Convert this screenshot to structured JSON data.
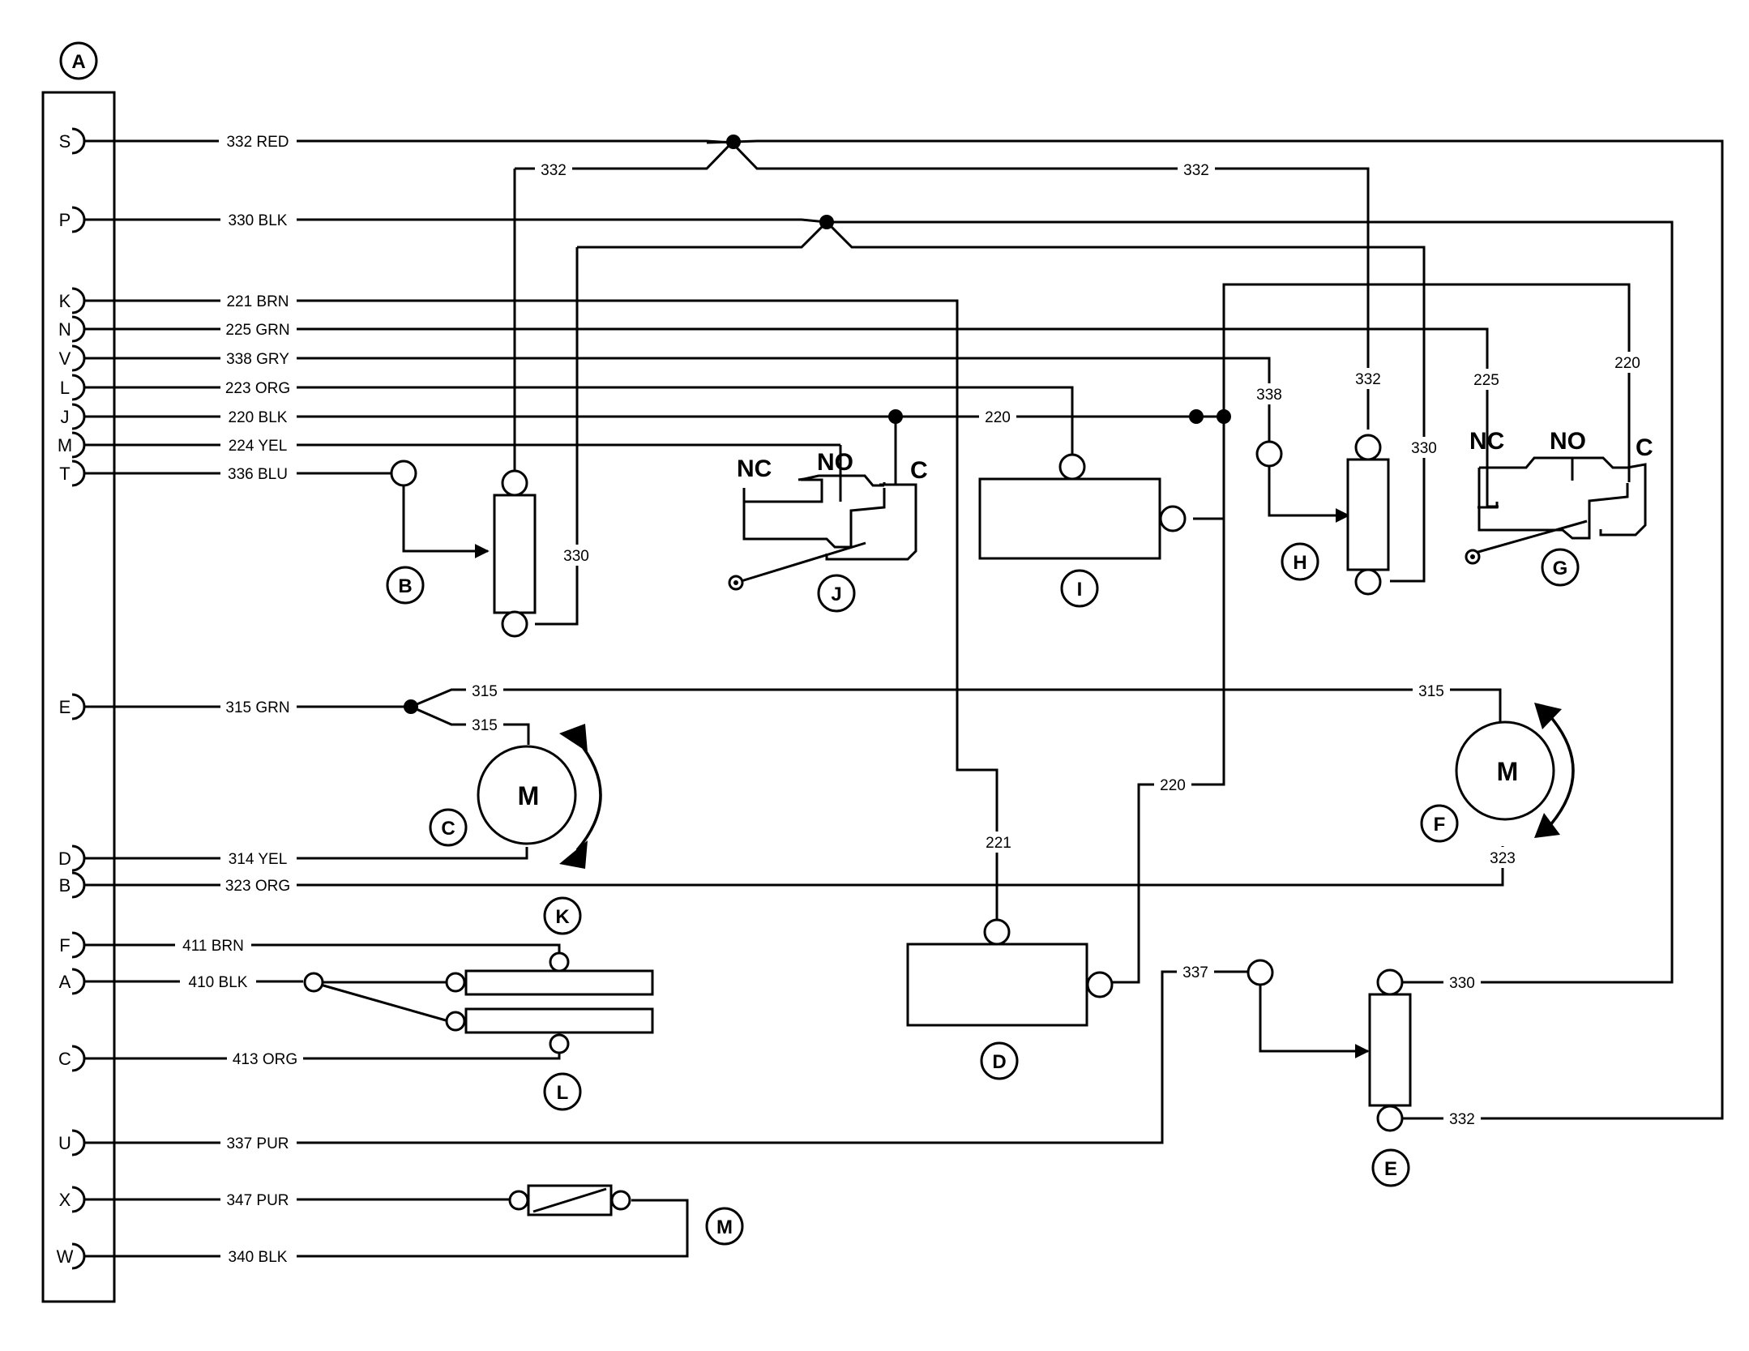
{
  "connector_id": "A",
  "pins": {
    "S": "S",
    "P": "P",
    "K": "K",
    "N": "N",
    "V": "V",
    "L": "L",
    "J": "J",
    "M": "M",
    "T": "T",
    "E": "E",
    "D": "D",
    "B": "B",
    "F": "F",
    "A": "A",
    "C": "C",
    "U": "U",
    "X": "X",
    "W": "W"
  },
  "wires": {
    "S": "332 RED",
    "P": "330 BLK",
    "K": "221 BRN",
    "N": "225 GRN",
    "V": "338 GRY",
    "L": "223 ORG",
    "J": "220 BLK",
    "M": "224 YEL",
    "T": "336 BLU",
    "E": "315 GRN",
    "D": "314 YEL",
    "B": "323 ORG",
    "F": "411 BRN",
    "A": "410 BLK",
    "C": "413 ORG",
    "U": "337 PUR",
    "X": "347 PUR",
    "W": "340 BLK"
  },
  "wire_numbers": {
    "w332": "332",
    "w330": "330",
    "w220": "220",
    "w225": "225",
    "w338": "338",
    "w315": "315",
    "w323": "323",
    "w221": "221",
    "w337": "337"
  },
  "components": {
    "B": "B",
    "C": "C",
    "D": "D",
    "E": "E",
    "F": "F",
    "G": "G",
    "H": "H",
    "I": "I",
    "J": "J",
    "K": "K",
    "L": "L",
    "M": "M"
  },
  "switch_terms": {
    "nc": "NC",
    "no": "NO",
    "c": "C"
  },
  "motor_label": "M"
}
